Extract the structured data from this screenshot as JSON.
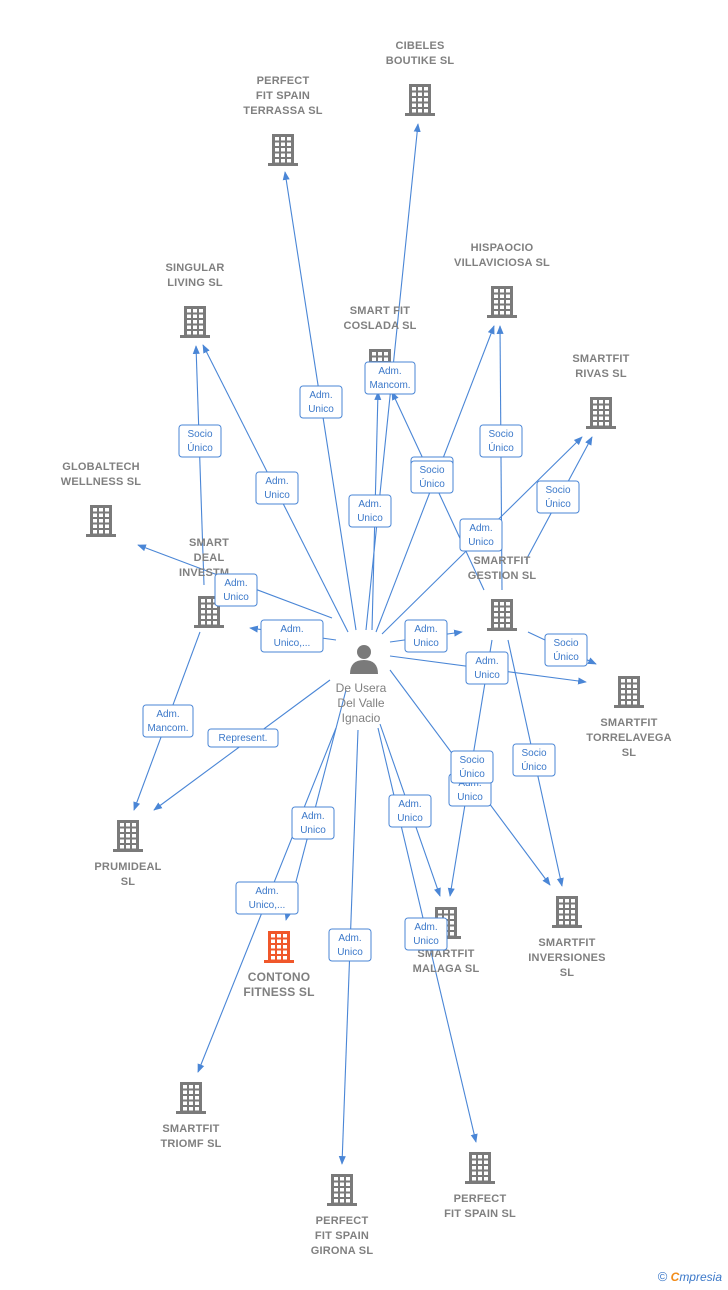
{
  "center": {
    "id": "person",
    "label": [
      "De Usera",
      "Del Valle",
      "Ignacio"
    ]
  },
  "nodes": [
    {
      "id": "cibeles",
      "label": [
        "CIBELES",
        "BOUTIKE  SL"
      ]
    },
    {
      "id": "pf_terrassa",
      "label": [
        "PERFECT",
        "FIT SPAIN",
        "TERRASSA  SL"
      ]
    },
    {
      "id": "hispaocio",
      "label": [
        "HISPAOCIO",
        "VILLAVICIOSA SL"
      ]
    },
    {
      "id": "singular",
      "label": [
        "SINGULAR",
        "LIVING  SL"
      ]
    },
    {
      "id": "coslada",
      "label": [
        "SMART FIT",
        "COSLADA  SL"
      ]
    },
    {
      "id": "rivas",
      "label": [
        "SMARTFIT",
        "RIVAS  SL"
      ]
    },
    {
      "id": "globaltech",
      "label": [
        "GLOBALTECH",
        "WELLNESS  SL"
      ]
    },
    {
      "id": "smartdeal",
      "label": [
        "SMART",
        "DEAL",
        "INVESTM..."
      ]
    },
    {
      "id": "gestion",
      "label": [
        "SMARTFIT",
        "GESTION  SL"
      ]
    },
    {
      "id": "torrelavega",
      "label": [
        "SMARTFIT",
        "TORRELAVEGA",
        "SL"
      ]
    },
    {
      "id": "prumideal",
      "label": [
        "PRUMIDEAL",
        "SL"
      ]
    },
    {
      "id": "contono",
      "label": [
        "CONTONO",
        "FITNESS  SL"
      ],
      "highlight": true
    },
    {
      "id": "malaga",
      "label": [
        "SMARTFIT",
        "MALAGA  SL"
      ]
    },
    {
      "id": "inversiones",
      "label": [
        "SMARTFIT",
        "INVERSIONES",
        "SL"
      ]
    },
    {
      "id": "triomf",
      "label": [
        "SMARTFIT",
        "TRIOMF  SL"
      ]
    },
    {
      "id": "girona",
      "label": [
        "PERFECT",
        "FIT SPAIN",
        "GIRONA  SL"
      ]
    },
    {
      "id": "perfectfit",
      "label": [
        "PERFECT",
        "FIT SPAIN  SL"
      ]
    }
  ],
  "edges": [
    {
      "from": "person",
      "to": "pf_terrassa",
      "label": [
        "Adm.",
        "Unico"
      ]
    },
    {
      "from": "person",
      "to": "cibeles",
      "label": [
        "Adm.",
        "Mancom."
      ]
    },
    {
      "from": "person",
      "to": "coslada",
      "label": [
        "Adm.",
        "Unico"
      ]
    },
    {
      "from": "person",
      "to": "hispaocio",
      "label": [
        "Socio",
        "Único"
      ]
    },
    {
      "from": "person",
      "to": "singular",
      "label": [
        "Adm.",
        "Unico"
      ]
    },
    {
      "from": "person",
      "to": "rivas",
      "label": [
        "Adm.",
        "Unico"
      ]
    },
    {
      "from": "person",
      "to": "globaltech",
      "label": [
        "Adm.",
        "Unico"
      ]
    },
    {
      "from": "person",
      "to": "smartdeal",
      "label": [
        "Adm.",
        "Unico,..."
      ]
    },
    {
      "from": "person",
      "to": "gestion",
      "label": [
        "Adm.",
        "Unico"
      ]
    },
    {
      "from": "person",
      "to": "torrelavega",
      "label": [
        "Adm.",
        "Unico"
      ]
    },
    {
      "from": "person",
      "to": "prumideal",
      "label": [
        "Represent."
      ]
    },
    {
      "from": "person",
      "to": "contono",
      "label": [
        "Adm.",
        "Unico"
      ]
    },
    {
      "from": "person",
      "to": "triomf",
      "label": [
        "Adm.",
        "Unico,..."
      ]
    },
    {
      "from": "person",
      "to": "girona",
      "label": [
        "Adm.",
        "Unico"
      ]
    },
    {
      "from": "person",
      "to": "malaga",
      "label": [
        "Adm.",
        "Unico"
      ]
    },
    {
      "from": "person",
      "to": "perfectfit",
      "label": [
        "Adm.",
        "Unico"
      ]
    },
    {
      "from": "person",
      "to": "inversiones",
      "label": [
        "Adm.",
        "Unico"
      ]
    },
    {
      "from": "smartdeal",
      "to": "singular",
      "label": [
        "Socio",
        "Único"
      ]
    },
    {
      "from": "smartdeal",
      "to": "prumideal",
      "label": [
        "Adm.",
        "Mancom."
      ]
    },
    {
      "from": "gestion",
      "to": "hispaocio",
      "label": [
        "Socio",
        "Único"
      ]
    },
    {
      "from": "gestion",
      "to": "rivas",
      "label": [
        "Socio",
        "Único"
      ]
    },
    {
      "from": "gestion",
      "to": "coslada",
      "label": [
        "Socio",
        "Único"
      ]
    },
    {
      "from": "gestion",
      "to": "torrelavega",
      "label": [
        "Socio",
        "Único"
      ]
    },
    {
      "from": "gestion",
      "to": "inversiones",
      "label": [
        "Socio",
        "Único"
      ]
    },
    {
      "from": "gestion",
      "to": "malaga",
      "label": [
        "Socio",
        "Único"
      ]
    }
  ],
  "footer": {
    "copyright": "©",
    "brand_first": "C",
    "brand_rest": "mpresia"
  },
  "colors": {
    "edge": "#4a86d6",
    "node": "#7a7a7a",
    "highlight": "#f0572a",
    "text": "#808080"
  }
}
